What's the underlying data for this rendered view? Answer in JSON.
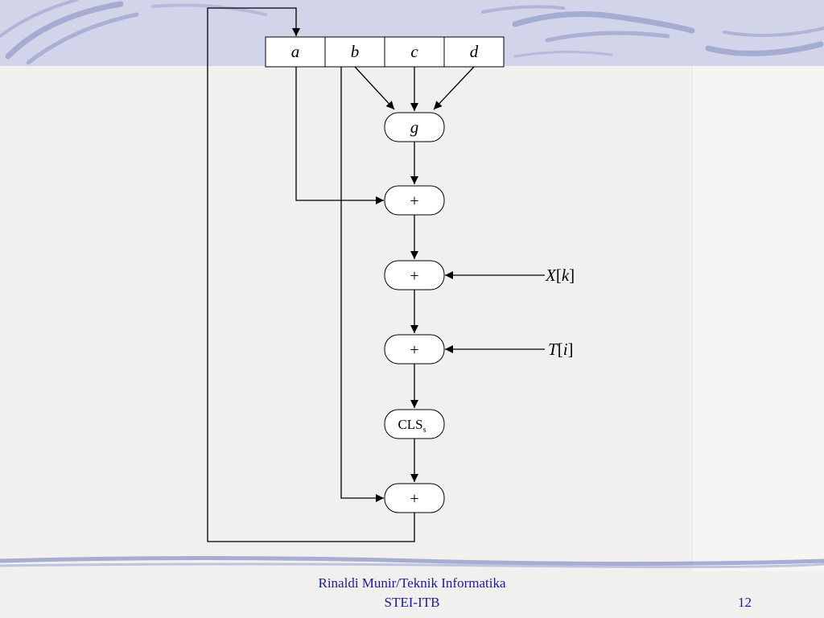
{
  "registers": [
    "a",
    "b",
    "c",
    "d"
  ],
  "nodes": {
    "g": "g",
    "add1": "+",
    "add2": "+",
    "add3": "+",
    "cls_main": "CLS",
    "cls_sub": "s",
    "add4": "+"
  },
  "inputs": {
    "xk": {
      "var": "X",
      "open": "[",
      "idx": "k",
      "close": "]"
    },
    "ti": {
      "var": "T",
      "open": "[",
      "idx": "i",
      "close": "]"
    }
  },
  "footer": {
    "line1": "Rinaldi Munir/Teknik Informatika",
    "line2": "STEI-ITB",
    "page": "12"
  },
  "colors": {
    "footer_text": "#1a1aa0",
    "decoration": "#9aa0cc",
    "band": "#d2d5ea"
  }
}
